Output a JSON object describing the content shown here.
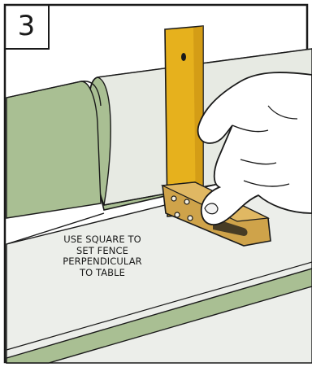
{
  "step": {
    "number": "3"
  },
  "caption": {
    "lines": [
      "USE SQUARE TO",
      "SET FENCE",
      "PERPENDICULAR",
      "TO TABLE"
    ]
  },
  "colors": {
    "fence": "#a9bf93",
    "table": "#eceeea",
    "square_blade": "#e6b11d",
    "square_stock": "#cfa34a",
    "outline": "#1a1a1a"
  },
  "icons": [
    "try-square-tool",
    "hand"
  ]
}
